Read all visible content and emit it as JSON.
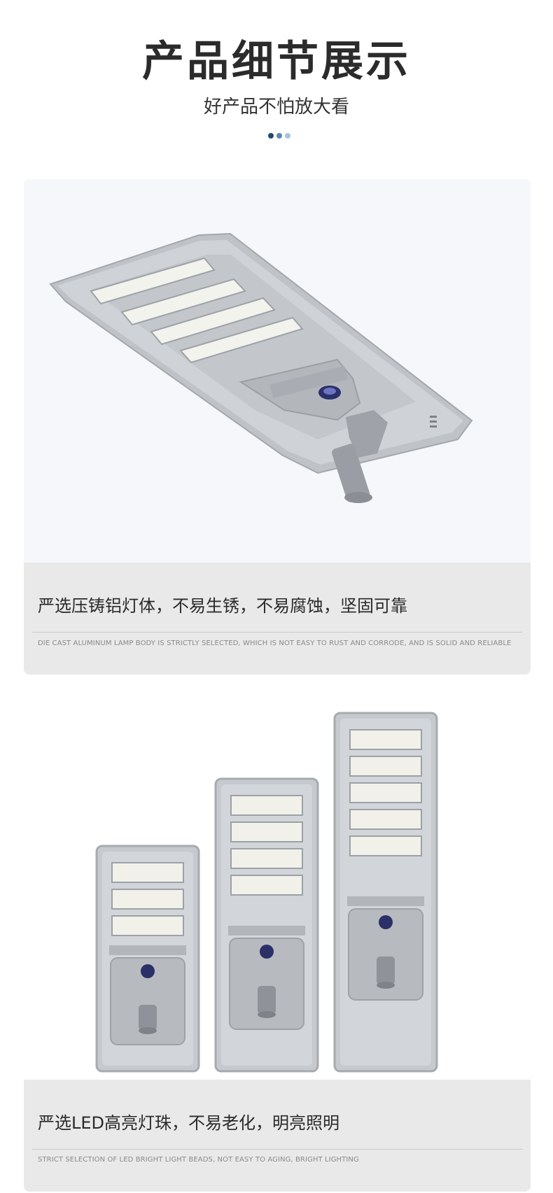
{
  "header": {
    "title": "产品细节展示",
    "subtitle": "好产品不怕放大看",
    "dot_colors": [
      "#1f4a73",
      "#5d86ad",
      "#a8c3dc"
    ]
  },
  "sections": [
    {
      "caption": "严选压铸铝灯体，不易生锈，不易腐蚀，坚固可靠",
      "caption_en": "DIE CAST ALUMINUM LAMP BODY IS STRICTLY SELECTED, WHICH IS NOT EASY TO RUST AND CORRODE, AND IS SOLID AND RELIABLE"
    },
    {
      "caption": "严选LED高亮灯珠，不易老化，明亮照明",
      "caption_en": "STRICT SELECTION OF LED BRIGHT LIGHT BEADS, NOT EASY TO AGING, BRIGHT LIGHTING"
    }
  ],
  "colors": {
    "card_bg": "#e9e9ea",
    "image_bg": "#f6f7fb",
    "lamp_body": "#b9bcc1",
    "led_panel": "#f3f3ee"
  }
}
